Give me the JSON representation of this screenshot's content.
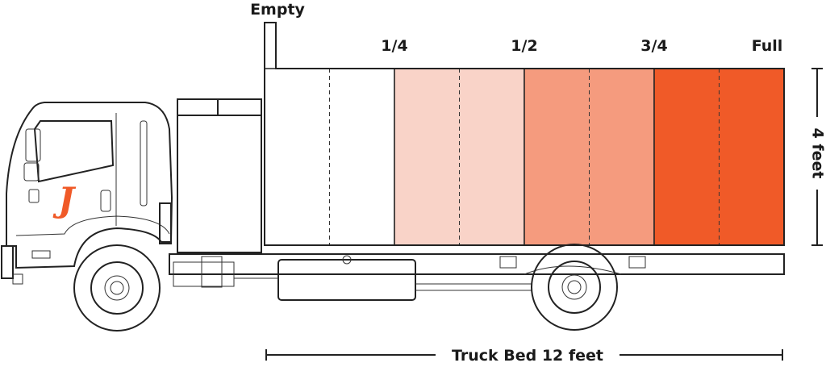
{
  "labels": {
    "empty": "Empty",
    "quarter": "1/4",
    "half": "1/2",
    "three_quarter": "3/4",
    "full": "Full",
    "height_dimension": "4 feet",
    "length_dimension": "Truck Bed 12 feet"
  },
  "fill_levels": [
    {
      "name": "empty-to-quarter",
      "range": [
        0,
        0.25
      ],
      "color": "#ffffff"
    },
    {
      "name": "quarter-to-half",
      "range": [
        0.25,
        0.5
      ],
      "color": "#f9d3c8"
    },
    {
      "name": "half-to-three-quarter",
      "range": [
        0.5,
        0.75
      ],
      "color": "#f59b7e"
    },
    {
      "name": "three-quarter-to-full",
      "range": [
        0.75,
        1.0
      ],
      "color": "#f05a28"
    }
  ],
  "colors": {
    "logo": "#f05a28",
    "outline": "#222222"
  },
  "logo": "J"
}
